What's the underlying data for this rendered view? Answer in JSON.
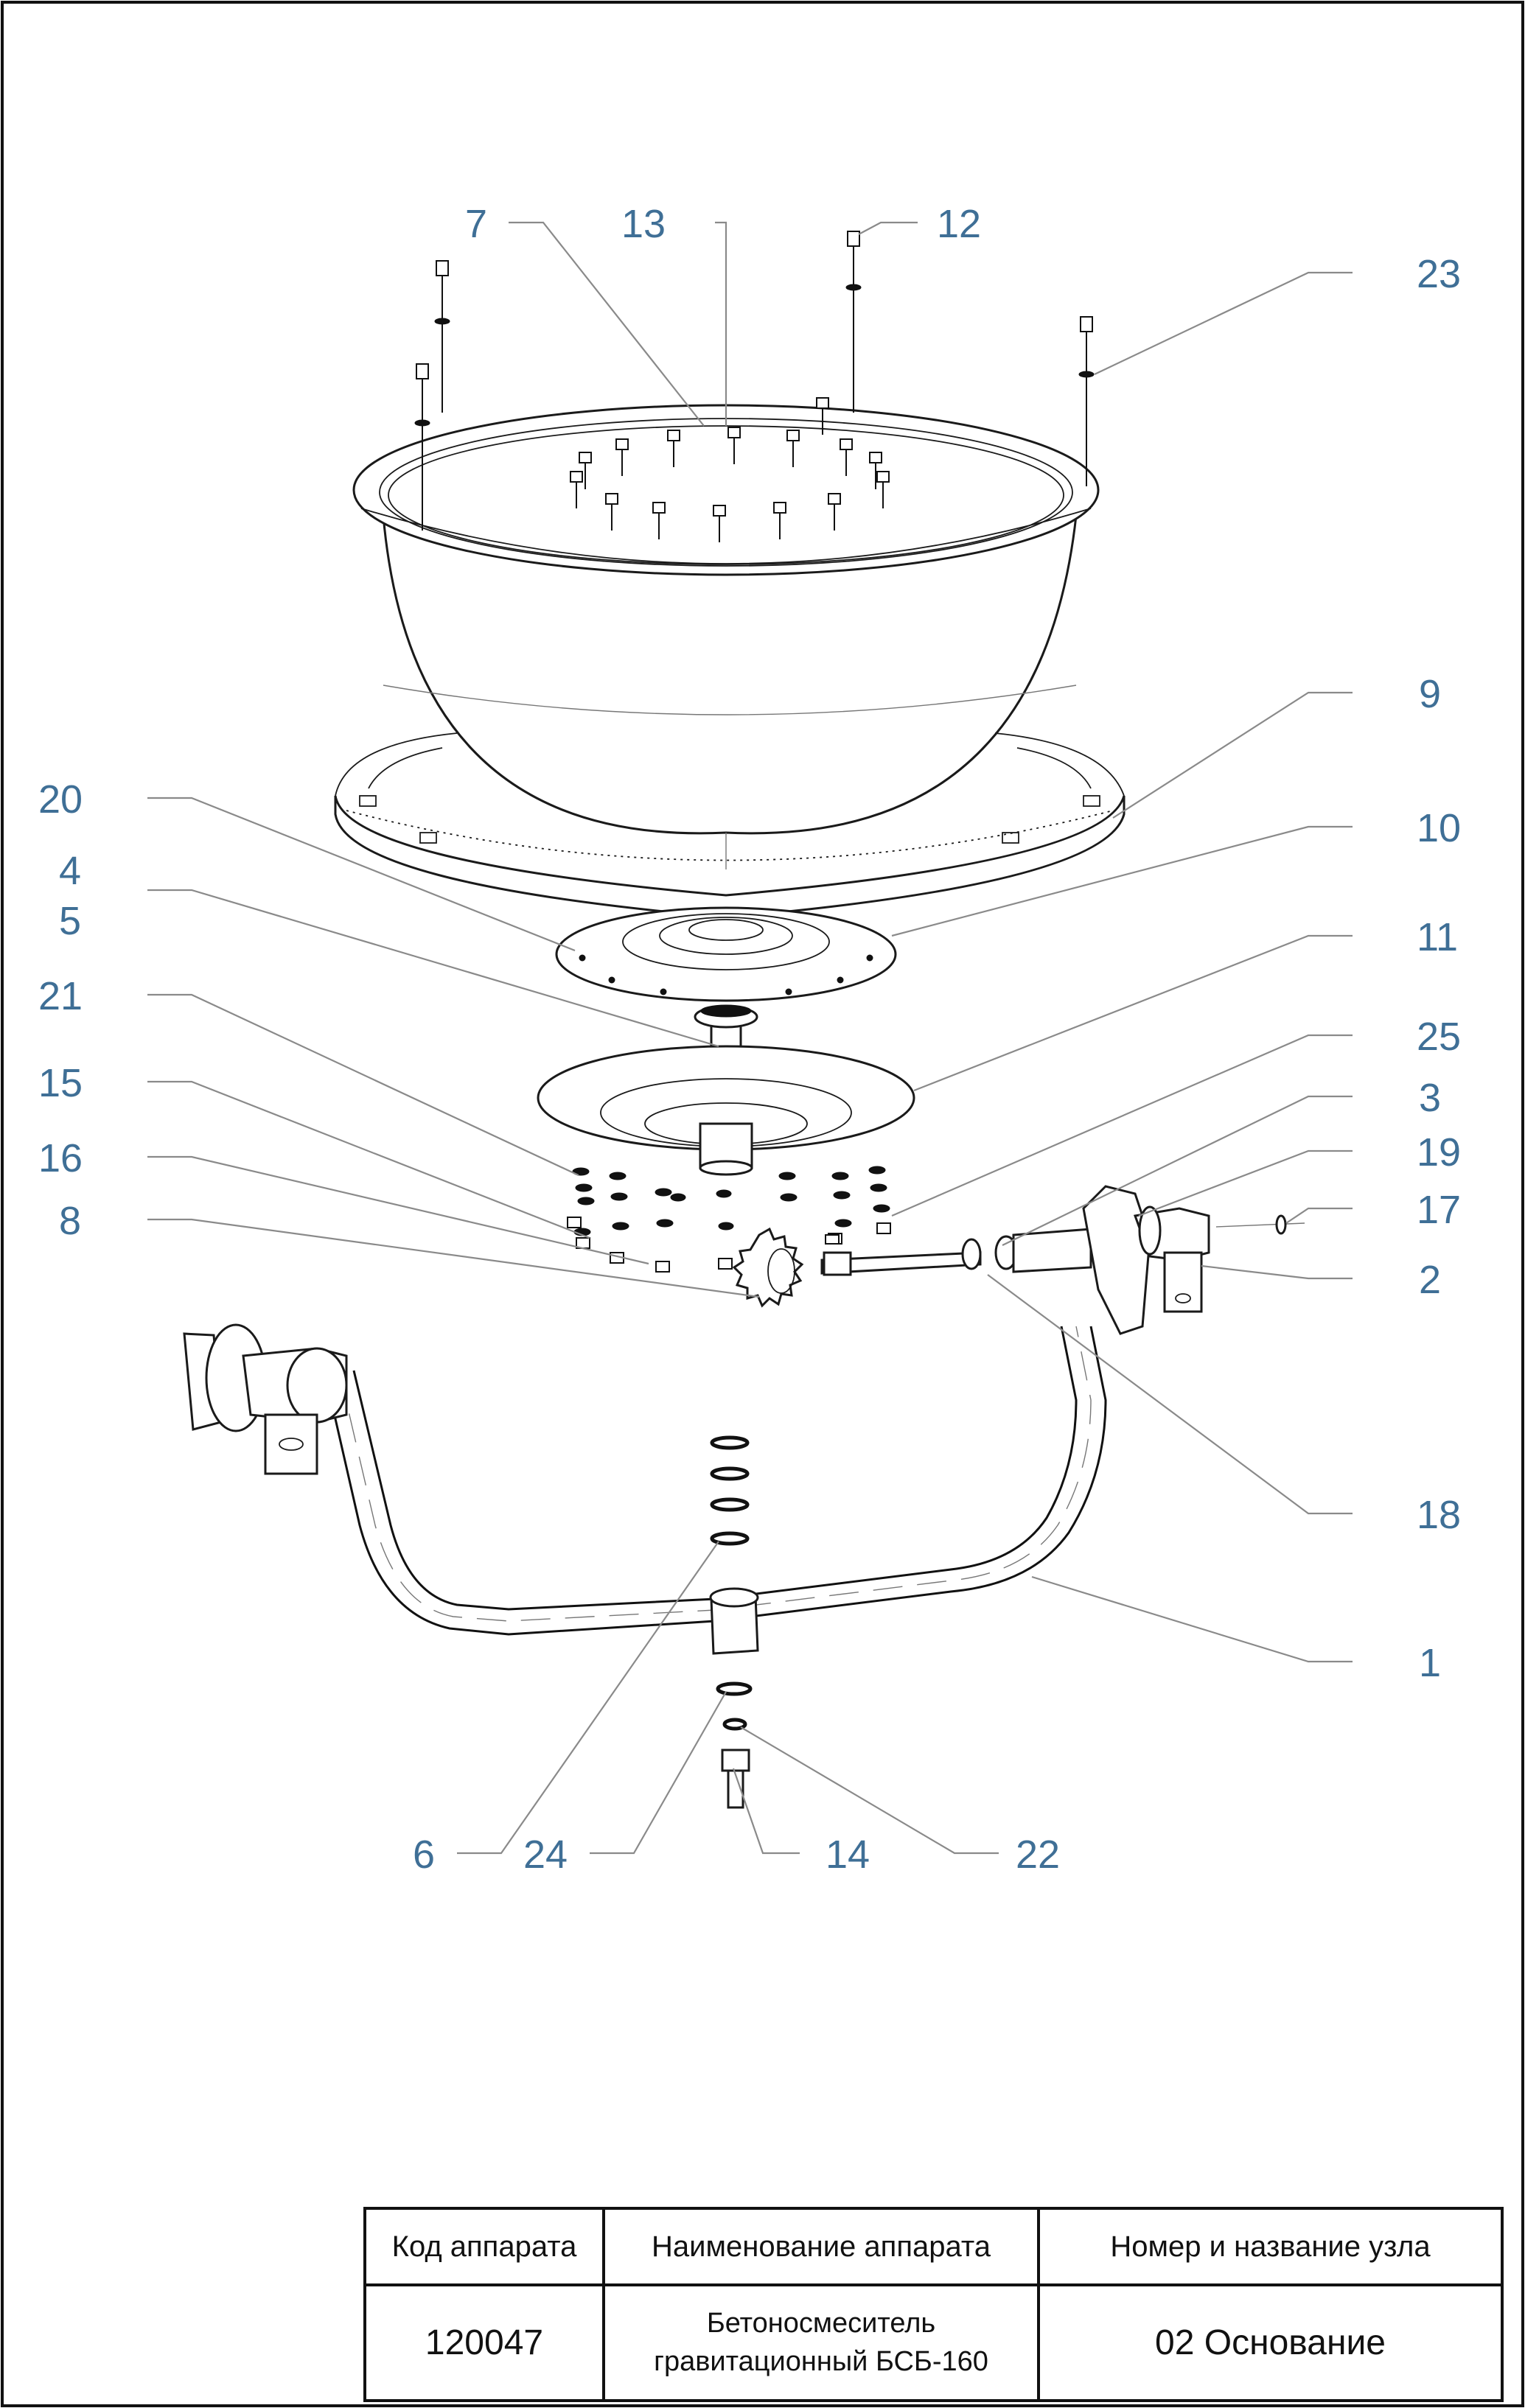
{
  "callouts": {
    "c1": "1",
    "c2": "2",
    "c3": "3",
    "c4": "4",
    "c5": "5",
    "c6": "6",
    "c7": "7",
    "c8": "8",
    "c9": "9",
    "c10": "10",
    "c11": "11",
    "c12": "12",
    "c13": "13",
    "c14": "14",
    "c15": "15",
    "c16": "16",
    "c17": "17",
    "c18": "18",
    "c19": "19",
    "c20": "20",
    "c21": "21",
    "c22": "22",
    "c23": "23",
    "c24": "24",
    "c25": "25"
  },
  "title_block": {
    "header_code": "Код аппарата",
    "header_name": "Наименование аппарата",
    "header_unit": "Номер и название узла",
    "code": "120047",
    "name_line1": "Бетоносмеситель",
    "name_line2": "гравитационный БСБ-160",
    "unit": "02 Основание"
  },
  "colors": {
    "callout": "#3f6f96",
    "leader": "#8a8a8a",
    "line": "#1a1a1a"
  }
}
